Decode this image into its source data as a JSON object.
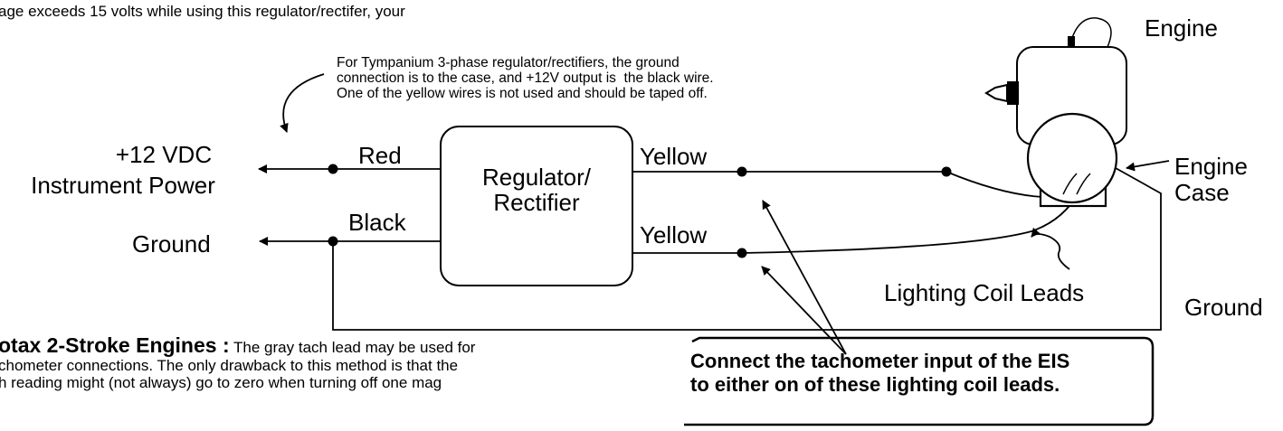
{
  "top_text": "age exceeds 15 volts while using this regulator/rectifer, your",
  "note": "For Tympanium 3-phase regulator/rectifiers, the ground\nconnection is to the case, and +12V output is  the black wire.\nOne of the yellow wires is not used and should be taped off.",
  "labels": {
    "power_line1": "+12 VDC",
    "power_line2": "Instrument Power",
    "ground_left": "Ground",
    "red": "Red",
    "black": "Black",
    "regulator_line1": "Regulator/",
    "regulator_line2": "Rectifier",
    "yellow_top": "Yellow",
    "yellow_bottom": "Yellow",
    "engine": "Engine",
    "engine_case_line1": "Engine",
    "engine_case_line2": "Case",
    "lighting_coil_leads": "Lighting Coil Leads",
    "ground_right": "Ground"
  },
  "rotax": {
    "heading": "otax 2-Stroke Engines :",
    "body_first": " The gray tach lead may be used for",
    "body_rest": "chometer connections. The only drawback to this method is that the\nh reading might (not always) go to zero when turning off one mag"
  },
  "callout": "Connect the tachometer input of the EIS\nto either on of these lighting coil leads."
}
